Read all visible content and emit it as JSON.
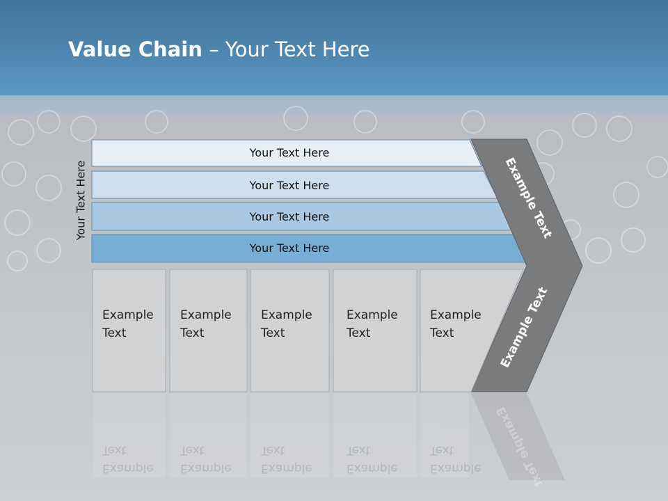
{
  "title": {
    "bold": "Value Chain",
    "rest": " – Your Text Here"
  },
  "side_label": "Your Text Here",
  "rows": [
    {
      "label": "Your Text Here",
      "fill": "#e6eff7"
    },
    {
      "label": "Your Text Here",
      "fill": "#cddfee"
    },
    {
      "label": "Your Text Here",
      "fill": "#a9c9e2"
    },
    {
      "label": "Your Text Here",
      "fill": "#77aed4"
    }
  ],
  "cells": [
    {
      "line1": "Example",
      "line2": "Text"
    },
    {
      "line1": "Example",
      "line2": "Text"
    },
    {
      "line1": "Example",
      "line2": "Text"
    },
    {
      "line1": "Example",
      "line2": "Text"
    },
    {
      "line1": "Example",
      "line2": "Text"
    }
  ],
  "chevron": {
    "upper": "Example Text",
    "lower": "Example Text",
    "fill": "#7a7b7d"
  },
  "colors": {
    "header": "#4a80aa",
    "cell_fill": "#d1d2d3",
    "cell_border": "#a8aaac"
  }
}
